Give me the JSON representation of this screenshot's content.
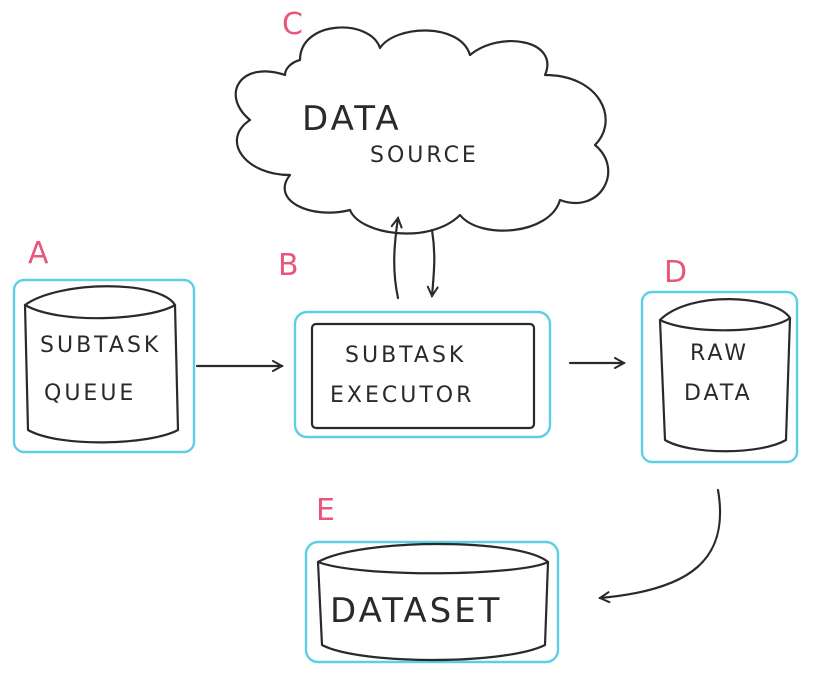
{
  "labels": {
    "a": "A",
    "b": "B",
    "c": "C",
    "d": "D",
    "e": "E"
  },
  "nodes": {
    "subtask_queue": {
      "line1": "SUBTASK",
      "line2": "QUEUE"
    },
    "subtask_executor": {
      "line1": "SUBTASK",
      "line2": "EXECUTOR"
    },
    "data_source": {
      "line1": "DATA",
      "line2": "SOURCE"
    },
    "raw_data": {
      "line1": "RAW",
      "line2": "DATA"
    },
    "dataset": {
      "line1": "DATASET"
    }
  },
  "colors": {
    "ink": "#2a2a2a",
    "label": "#e8577a",
    "scallop": "#5ccfe6"
  }
}
